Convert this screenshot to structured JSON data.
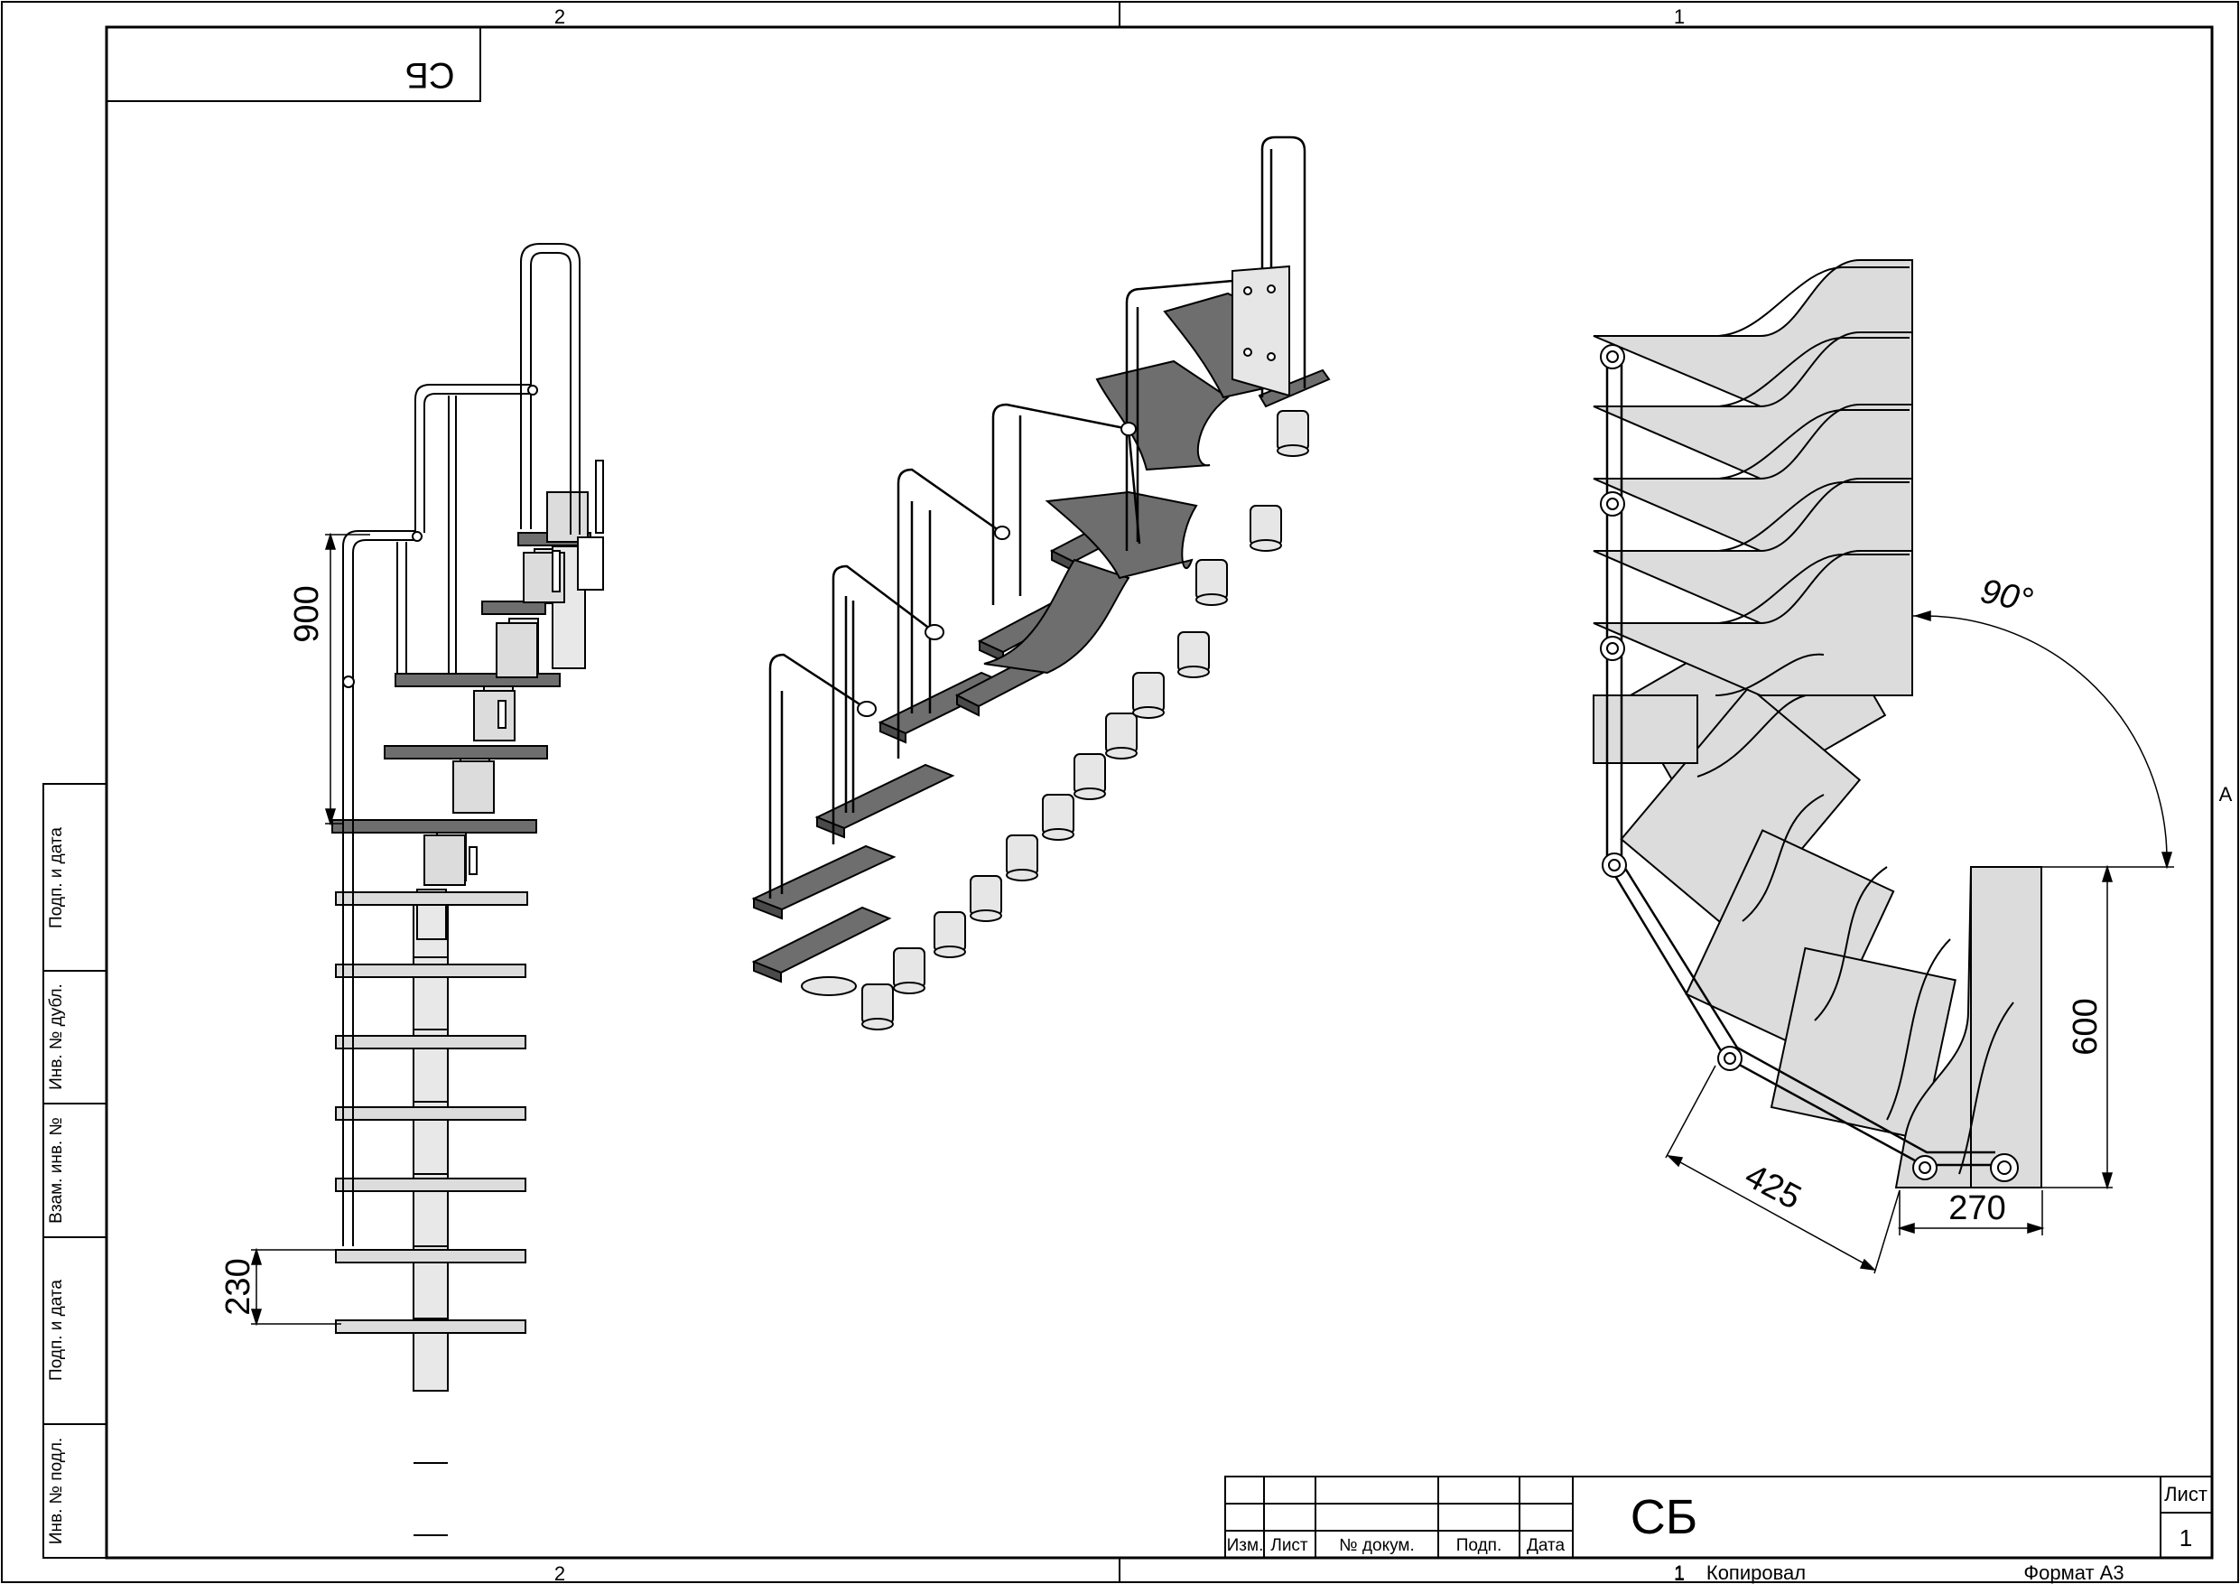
{
  "frame": {
    "zone_top_left": "2",
    "zone_top_right": "1",
    "zone_bottom_left": "2",
    "zone_bottom_right": "1",
    "zone_side_right": "A",
    "corner_stamp": "СБ"
  },
  "left_strip": {
    "fields": [
      "Подп. и дата",
      "Инв. № дубл.",
      "Взам. инв. №",
      "Подп. и дата",
      "Инв. № подл."
    ]
  },
  "dimensions": {
    "side_height": "900",
    "side_step": "230",
    "plan_angle": "90°",
    "plan_depth": "600",
    "plan_diagonal": "425",
    "plan_width": "270"
  },
  "title_block": {
    "col_headers": [
      "Изм.",
      "Лист",
      "№ докум.",
      "Подп.",
      "Дата"
    ],
    "designation": "СБ",
    "sheet_label": "Лист",
    "sheet_number": "1",
    "copied_num": "1",
    "copied_label": "Копировал",
    "format_label": "Формат A3"
  },
  "colors": {
    "tread_dark": "#6e6e6e",
    "tread_light": "#dcdcdc",
    "metal": "#e4e4e4",
    "ink": "#000000"
  }
}
